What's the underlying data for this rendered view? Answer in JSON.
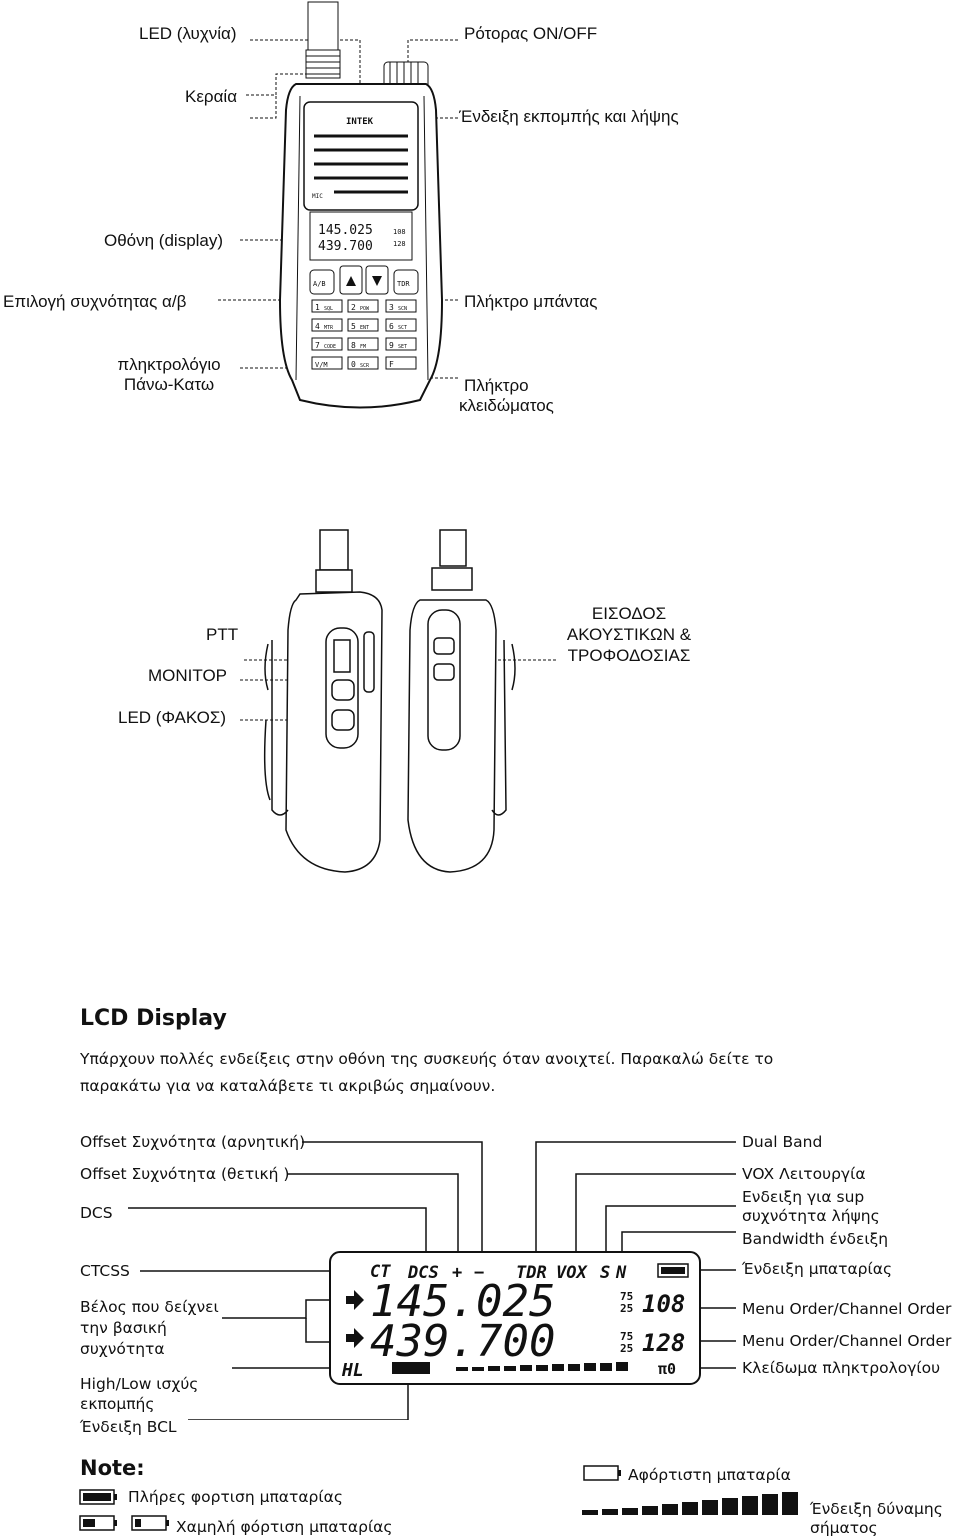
{
  "radio_front": {
    "labels": {
      "led": "LED (λυχνία)",
      "onoff": "Ρότορας ON/OFF",
      "antenna": "Κεραία",
      "txrx": "Ένδειξη εκπομπής και λήψης",
      "display": "Οθόνη (display)",
      "ab": "Επιλογή συχνότητας α/β",
      "band_key": "Πλήκτρο μπάντας",
      "keypad_1": "πληκτρολόγιο",
      "keypad_2": "Πάνω-Κατω",
      "lock_1": "Πλήκτρο",
      "lock_2": "κλειδώματος"
    },
    "brand": "INTEK",
    "mic": "MIC",
    "keys": {
      "ab": "A/B",
      "tdr": "TDR",
      "k1": "1",
      "k1s": "SQL",
      "k2": "2",
      "k2s": "POW",
      "k3": "3",
      "k3s": "SCN",
      "k4": "4",
      "k4s": "MTR",
      "k5": "5",
      "k5s": "ENT",
      "k6": "6",
      "k6s": "SCT",
      "k7": "7",
      "k7s": "CODE",
      "k8": "8",
      "k8s": "FM",
      "k9": "9",
      "k9s": "SET",
      "vm": "V/M",
      "k0": "0",
      "k0s": "SCR",
      "f": "F"
    },
    "mini_lcd": {
      "f1": "145.025",
      "f2": "439.700",
      "c1": "108",
      "c2": "128"
    }
  },
  "radio_sides": {
    "labels": {
      "ptt": "PTT",
      "monitor": "MONITOP",
      "led": "LED (ΦΑΚΟΣ)",
      "input_1": "ΕΙΣΟΔΟΣ",
      "input_2": "ΑΚΟΥΣΤΙΚΩΝ &",
      "input_3": "ΤΡΟΦΟΔΟΣΙΑΣ"
    }
  },
  "lcd_section": {
    "title": "LCD Display",
    "intro": "Υπάρχουν πολλές ενδείξεις στην οθόνη της συσκευής όταν ανοιχτεί. Παρακαλώ δείτε το παρακάτω για να καταλάβετε τι ακριβώς σημαίνουν.",
    "left_labels": {
      "offset_neg": "Offset Συχνότητα  (αρνητική)",
      "offset_pos": "Offset Συχνότητα  (θετική )",
      "dcs": "DCS",
      "ctcss": "CTCSS",
      "arrow_1": "Βέλος που δείχνει",
      "arrow_2": "την βασική",
      "arrow_3": "συχνότητα",
      "hl_1": "High/Low ισχύς",
      "hl_2": "εκπομπής",
      "bcl": "Ένδειξη BCL"
    },
    "right_labels": {
      "dual": "Dual Band",
      "vox": "VOX Λειτουργία",
      "sup_1": "Ενδειξη για sup",
      "sup_2": "συχνότητα λήψης",
      "bw": "Bandwidth ένδειξη",
      "battery": "Ένδειξη μπαταρίας",
      "menu1": "Menu Order/Channel Order",
      "menu2": "Menu Order/Channel Order",
      "lock": "Κλείδωμα πληκτρολογίου"
    },
    "lcd": {
      "ct": "CT",
      "dcs": "DCS",
      "plus": "+",
      "minus": "−",
      "tdr": "TDR",
      "vox": "VOX",
      "s": "S",
      "n": "N",
      "freq1": "145.025",
      "freq2": "439.700",
      "step1a": "75",
      "step1b": "25",
      "step2a": "75",
      "step2b": "25",
      "ch1": "108",
      "ch2": "128",
      "hl": "HL",
      "lock": "π0"
    },
    "note": {
      "title": "Note:",
      "full": "Πλήρες φορτιση μπαταρίας",
      "low": "Χαμηλή φόρτιση μπαταρίας",
      "empty": "Αφόρτιστη μπαταρία",
      "signal_1": "Ένδειξη δύναμης",
      "signal_2": "σήματος"
    }
  }
}
